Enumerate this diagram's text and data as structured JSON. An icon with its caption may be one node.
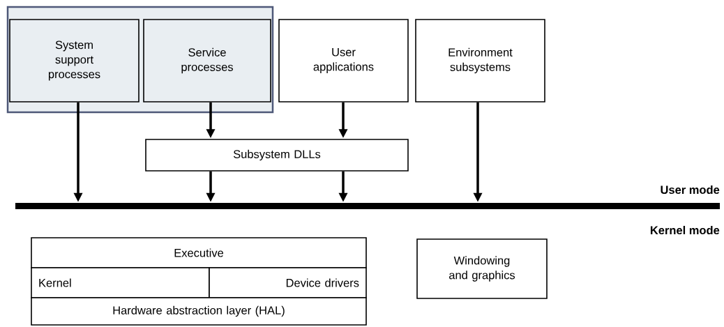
{
  "diagram": {
    "nodes": [
      {
        "text": [],
        "shape": "box"
      },
      {
        "text": [
          "System support processes"
        ],
        "in": 0
      },
      {
        "text": [
          "Service processes"
        ],
        "in": 0
      },
      {
        "text": [
          "User applications"
        ]
      },
      {
        "text": [
          "Environment subsystems"
        ]
      },
      {
        "text": [
          "Subsystem DLLs"
        ]
      },
      {
        "text": [],
        "shape": "bar"
      },
      {
        "text": [
          "Executive"
        ]
      },
      {
        "text": [
          "Kernel"
        ]
      },
      {
        "text": [
          "Device drivers"
        ]
      },
      {
        "text": [
          "Hardware abstraction layer (HAL)"
        ]
      },
      {
        "text": [
          "Windowing and graphics"
        ]
      }
    ],
    "edges": [
      {
        "from": 1,
        "to": 6,
        "arrow": "to"
      },
      {
        "from": 2,
        "to": 5,
        "arrow": "to"
      },
      {
        "from": 3,
        "to": 5,
        "arrow": "to"
      },
      {
        "from": 5,
        "to": 6,
        "arrow": "to"
      },
      {
        "from": 5,
        "to": 6,
        "arrow": "to"
      },
      {
        "from": 4,
        "to": 6,
        "arrow": "to"
      }
    ],
    "labels": [
      "User mode",
      "Kernel mode"
    ]
  }
}
